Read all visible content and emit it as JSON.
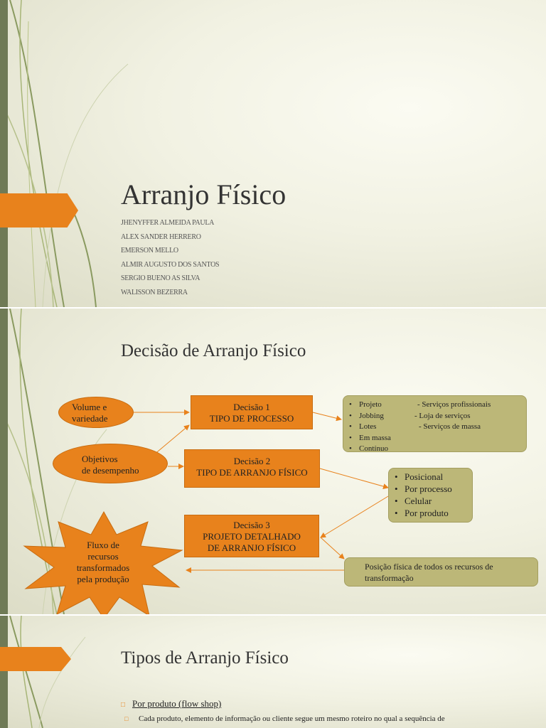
{
  "slide1": {
    "title": "Arranjo Físico",
    "authors": [
      "JHENYFFER ALMEIDA PAULA",
      "ALEX SANDER HERRERO",
      "EMERSON MELLO",
      "ALMIR AUGUSTO DOS SANTOS",
      "SERGIO BUENO AS SILVA",
      "WALISSON BEZERRA"
    ]
  },
  "slide2": {
    "title": "Decisão de Arranjo Físico",
    "oval_volume": [
      "Volume e",
      "variedade"
    ],
    "oval_objetivos": [
      "Objetivos",
      "de desempenho"
    ],
    "star": [
      "Fluxo de",
      "recursos",
      "transformados",
      "pela produção"
    ],
    "decisao1": [
      "Decisão 1",
      "TIPO DE PROCESSO"
    ],
    "decisao2": [
      "Decisão 2",
      "TIPO DE ARRANJO FÍSICO"
    ],
    "decisao3": [
      "Decisão 3",
      "PROJETO DETALHADO",
      "DE ARRANJO FÍSICO"
    ],
    "processos": [
      {
        "tipo": "Projeto",
        "servico": "- Serviços profissionais"
      },
      {
        "tipo": "Jobbing",
        "servico": "- Loja de serviços"
      },
      {
        "tipo": "Lotes",
        "servico": "- Serviços de massa"
      },
      {
        "tipo": "Em massa",
        "servico": ""
      },
      {
        "tipo": "Contínuo",
        "servico": ""
      }
    ],
    "arranjos": [
      "Posicional",
      "Por processo",
      "Celular",
      "Por produto"
    ],
    "posicao": "Posição física de todos os recursos de transformação"
  },
  "slide3": {
    "title": "Tipos de Arranjo Físico",
    "bullet_title": "Por produto (flow shop)",
    "bullet_text": "Cada produto, elemento de informação ou cliente segue um mesmo roteiro no qual a sequência de"
  },
  "colors": {
    "accent": "#e8821c",
    "olive": "#bcb778",
    "bar": "#6f7a56"
  }
}
